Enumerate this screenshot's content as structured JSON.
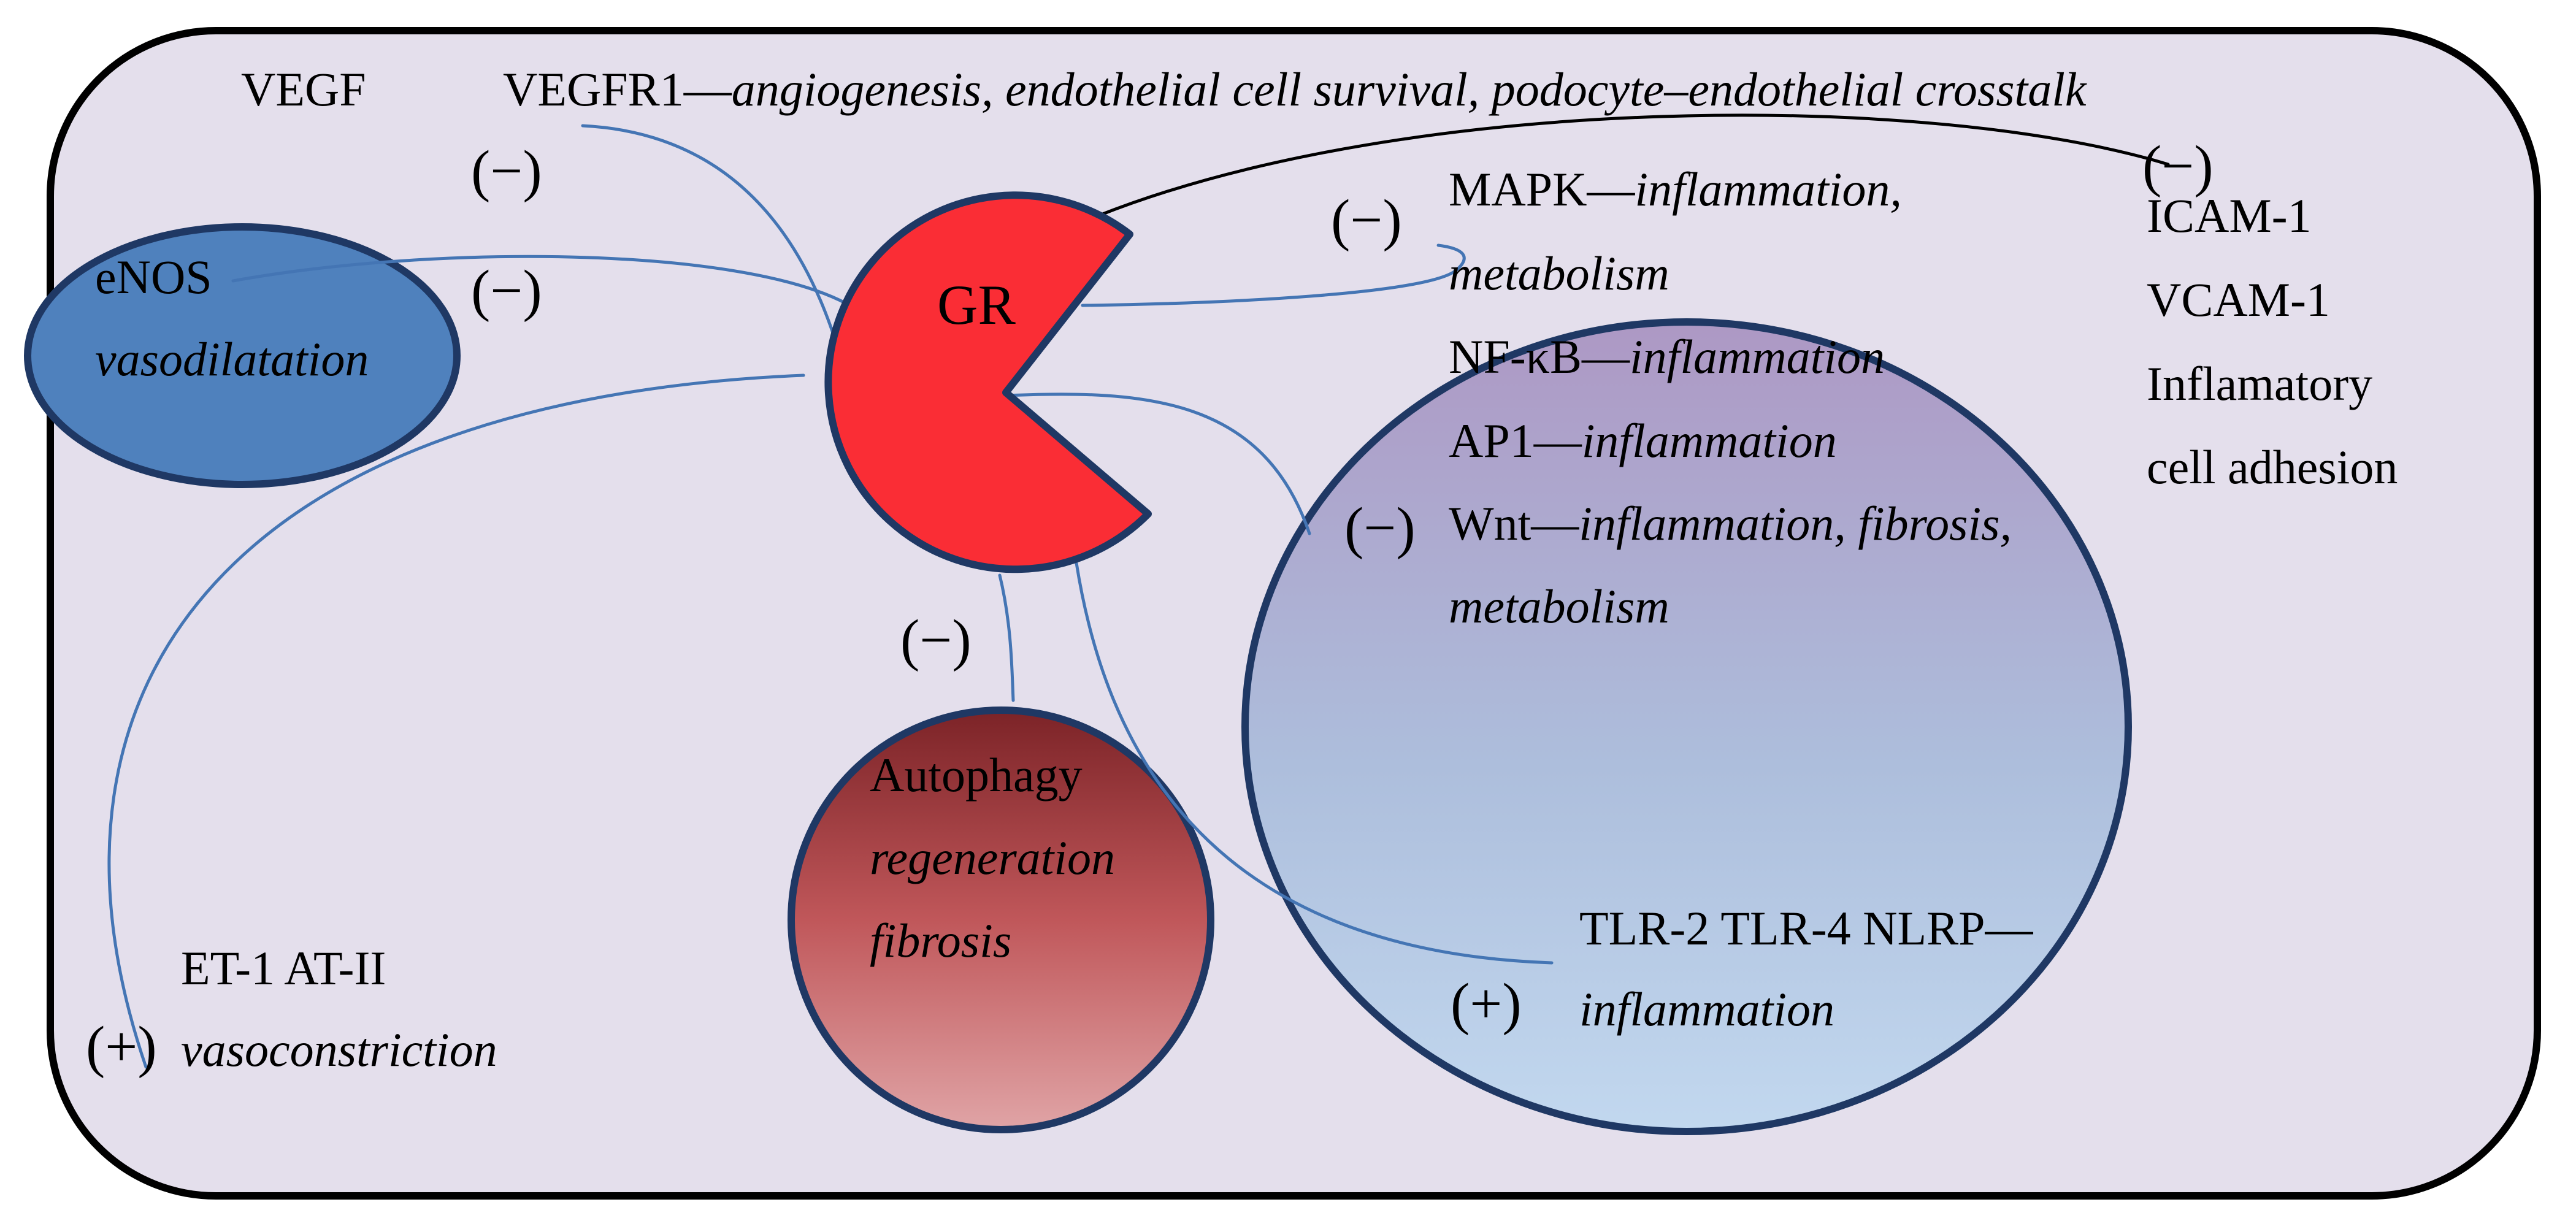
{
  "colors": {
    "background": "#e4dfec",
    "frame": "#000000",
    "gr": "#fa2d35",
    "link": "#4475b4",
    "negative": "#e8242b",
    "positive": "#92d050",
    "enos_fill": "#4f81bd"
  },
  "receptor": {
    "label": "GR"
  },
  "top": {
    "vegf": "VEGF",
    "vegfr1": "VEGFR1—",
    "vegfr1_effects": "angiogenesis, endothelial cell survival, podocyte–endothelial crosstalk"
  },
  "enos": {
    "name": "eNOS",
    "effect": "vasodilatation"
  },
  "adhesion": {
    "lines": [
      "ICAM-1",
      "VCAM-1",
      "Inflamatory",
      "cell adhesion"
    ]
  },
  "pathways": [
    {
      "name": "MAPK—",
      "effect": "inflammation,",
      "effect2": "metabolism"
    },
    {
      "name": "NF-κB—",
      "effect": "inflammation"
    },
    {
      "name": "AP1—",
      "effect": "inflammation"
    },
    {
      "name": "Wnt—",
      "effect": "inflammation, fibrosis,",
      "effect2": "metabolism"
    }
  ],
  "tlr": {
    "name": "TLR-2 TLR-4 NLRP—",
    "effect": "inflammation"
  },
  "autophagy": {
    "name": "Autophagy",
    "effects": [
      "regeneration",
      "fibrosis"
    ]
  },
  "vasoconstriction": {
    "name": "ET-1  AT-II",
    "effect": "vasoconstriction"
  },
  "signs": {
    "negative": "(−)",
    "positive": "(+)"
  }
}
